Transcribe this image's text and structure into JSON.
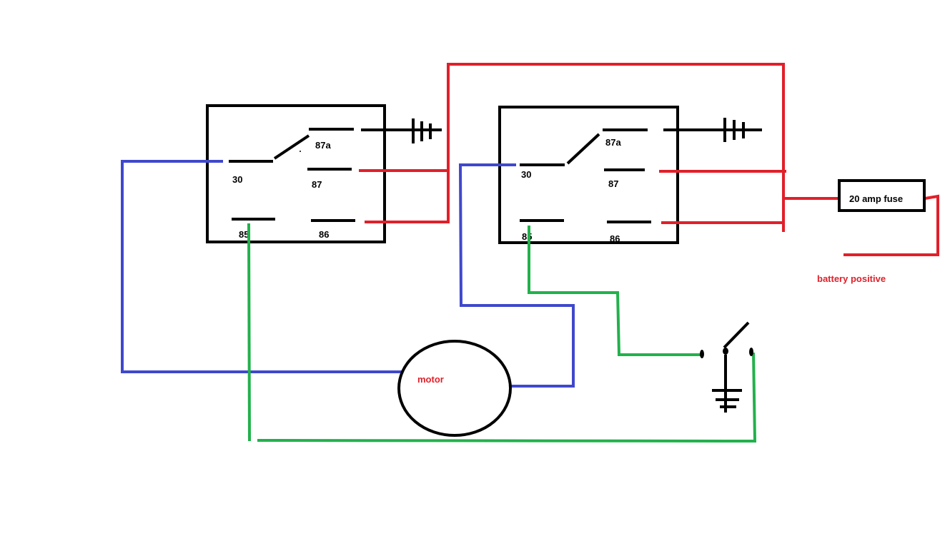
{
  "colors": {
    "background": "#ffffff",
    "outline": "#000000",
    "power": "#e0202a",
    "motor_wire": "#3f48cc",
    "trigger_wire": "#22b14c",
    "label_red": "#e0202a"
  },
  "relay_left": {
    "pin_87a": "87a",
    "pin_30": "30",
    "pin_87": "87",
    "pin_85": "85",
    "pin_86": "86"
  },
  "relay_right": {
    "pin_87a": "87a",
    "pin_30": "30",
    "pin_87": "87",
    "pin_85": "85",
    "pin_86": "86"
  },
  "fuse": {
    "label": "20 amp fuse"
  },
  "battery": {
    "label": "battery positive"
  },
  "motor": {
    "label": "motor"
  },
  "icons": {
    "ground_left_relay": "ground-icon",
    "ground_right_relay": "ground-icon",
    "ground_switch": "ground-icon",
    "switch": "switch-icon"
  }
}
